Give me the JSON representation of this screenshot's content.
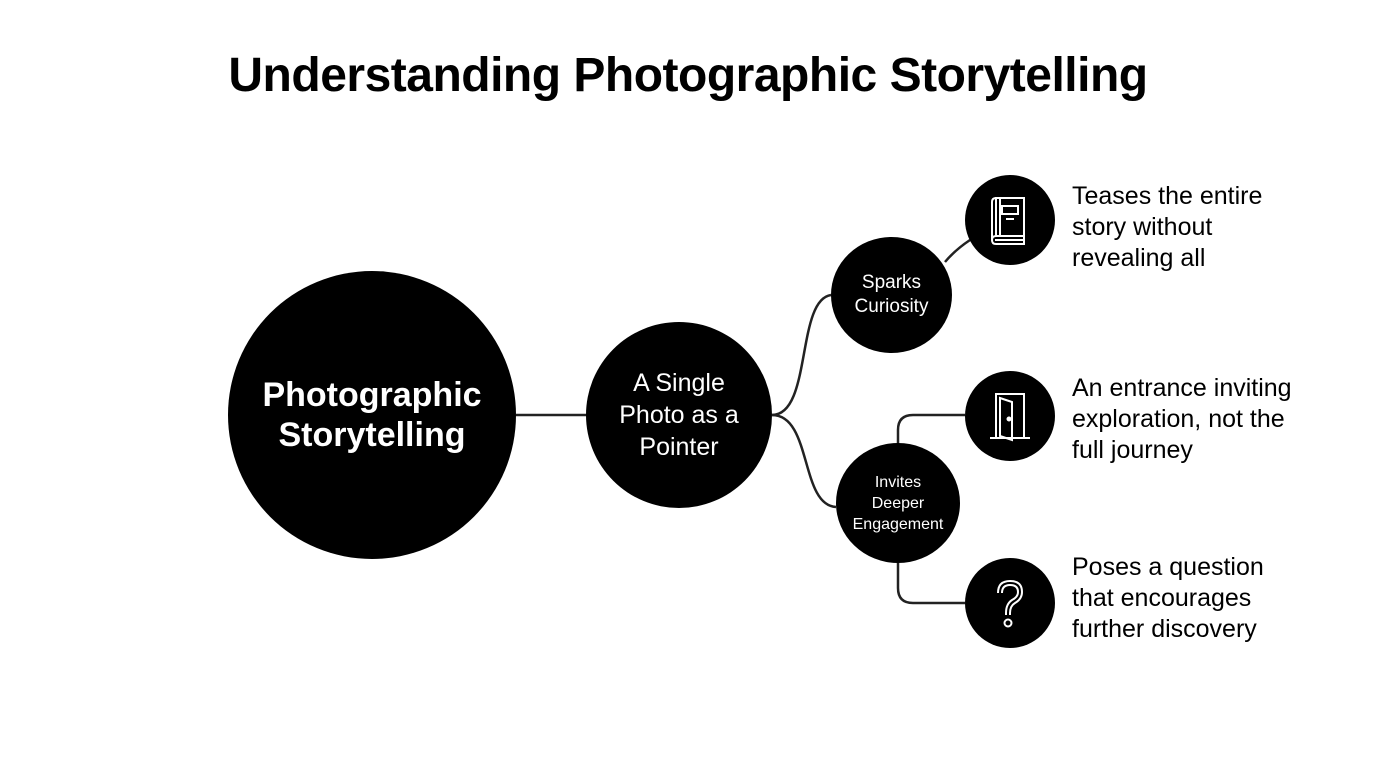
{
  "title": "Understanding Photographic Storytelling",
  "nodes": {
    "main": {
      "lines": [
        "Photographic",
        "Storytelling"
      ]
    },
    "pointer": {
      "lines": [
        "A Single",
        "Photo as a",
        "Pointer"
      ]
    },
    "sparks": {
      "lines": [
        "Sparks",
        "Curiosity"
      ]
    },
    "invites": {
      "lines": [
        "Invites",
        "Deeper",
        "Engagement"
      ]
    }
  },
  "details": [
    {
      "icon": "book-icon",
      "lines": [
        "Teases the entire",
        "story without",
        "revealing all"
      ]
    },
    {
      "icon": "door-icon",
      "lines": [
        "An entrance inviting",
        "exploration, not the",
        "full journey"
      ]
    },
    {
      "icon": "question-mark-icon",
      "lines": [
        "Poses a question",
        "that encourages",
        "further discovery"
      ]
    }
  ],
  "colors": {
    "node_fill": "#000000",
    "node_text": "#ffffff",
    "connector": "#222222",
    "background": "#ffffff"
  }
}
